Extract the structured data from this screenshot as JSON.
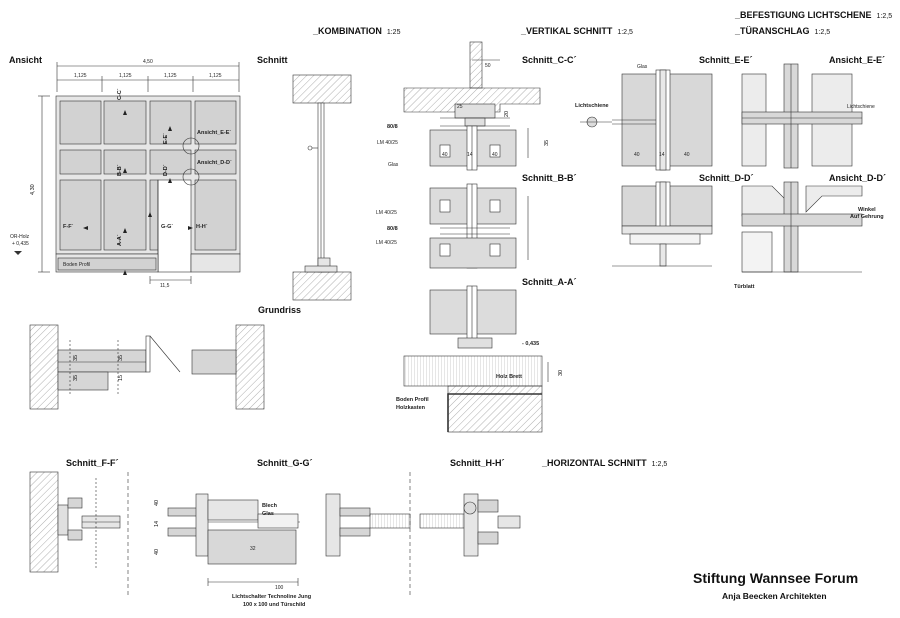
{
  "headings": {
    "kombination": "_KOMBINATION",
    "kombination_scale": "1:25",
    "vertikal": "_VERTIKAL SCHNITT",
    "vertikal_scale": "1:2,5",
    "befestigung": "_BEFESTIGUNG LICHTSCHENE",
    "befestigung_scale": "1:2,5",
    "tueranschlag": "_TÜRANSCHLAG",
    "tueranschlag_scale": "1:2,5",
    "horizontal": "_HORIZONTAL SCHNITT",
    "horizontal_scale": "1:2,5"
  },
  "views": {
    "ansicht": "Ansicht",
    "schnitt": "Schnitt",
    "grundriss": "Grundriss",
    "schnitt_cc": "Schnitt_C-C´",
    "schnitt_bb": "Schnitt_B-B´",
    "schnitt_aa": "Schnitt_A-A´",
    "schnitt_ee": "Schnitt_E-E´",
    "ansicht_ee": "Ansicht_E-E´",
    "schnitt_dd": "Schnitt_D-D´",
    "ansicht_dd": "Ansicht_D-D´",
    "schnitt_ff": "Schnitt_F-F´",
    "schnitt_gg": "Schnitt_G-G´",
    "schnitt_hh": "Schnitt_H-H´"
  },
  "ansicht_dims": {
    "total": "4,50",
    "module_1": "1,125",
    "module_2": "1,125",
    "module_3": "1,125",
    "module_4": "1,125",
    "height": "4,30",
    "door": "11,5",
    "or_holz_1": "OR-Holz",
    "or_holz_2": "+ 0,435"
  },
  "ansicht_tags": {
    "cc": "C-C´",
    "ee": "E-E´",
    "bb": "B-B´",
    "dd": "D-D´",
    "aa": "A-A´",
    "ansicht_ee": "Ansicht_E-E´",
    "ansicht_dd": "Ansicht_D-D´",
    "ff": "F-F´",
    "gg": "G-G´",
    "hh": "H-H´",
    "boden": "Boden Profil"
  },
  "grundriss_dims": {
    "a": "35",
    "b": "35",
    "c": "35",
    "d": "15"
  },
  "vertikal_labels": {
    "fifty": "50",
    "twentyfive": "25",
    "twenty": "20",
    "p80_8": "80/8",
    "lm_40_25": "LM 40/25",
    "glas": "Glas",
    "forty_a": "40",
    "fourteen": "14",
    "forty_b": "40",
    "thirtyfive": "35",
    "bb_lm1": "LM 40/25",
    "bb_80_8": "80/8",
    "bb_lm2": "LM 40/25",
    "minus_0435": "- 0,435",
    "holz_brett": "Holz Brett",
    "boden_profil": "Boden Profil",
    "holzkasten": "Holzkasten",
    "thirty": "30"
  },
  "detail_labels": {
    "glas": "Glas",
    "lichtschiene_1": "Lichtschiene",
    "lichtschiene_2": "Lichtschiene",
    "forty_a": "40",
    "fourteen": "14",
    "forty_b": "40",
    "winkel": "Winkel",
    "auf_gehrung": "Auf Gehrung",
    "tuerblatt": "Türblatt"
  },
  "horizontal_labels": {
    "blech": "Blech",
    "glas": "Glas",
    "forty_a": "40",
    "fourteen": "14",
    "forty_b": "40",
    "thirtytwo": "32",
    "hundred": "100",
    "schalter_1": "Lichtschalter Technoline Jung",
    "schalter_2": "100 x 100 und Türschild"
  },
  "credits": {
    "project": "Stiftung Wannsee Forum",
    "architect": "Anja Beecken Architekten"
  }
}
